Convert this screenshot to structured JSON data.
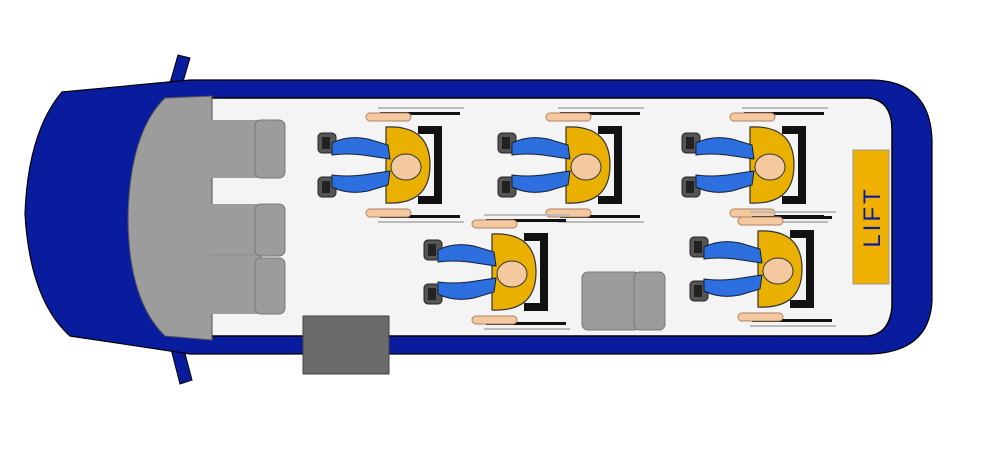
{
  "diagram": {
    "lift_label": "LIFT",
    "wheelchair_count": 5,
    "front_seat_rows": 2,
    "colors": {
      "body": "#0a1c9e",
      "floor": "#f4f4f4",
      "seat": "#9c9c9c",
      "seat_dark": "#6a6a6a",
      "lift": "#efb000",
      "lift_text": "#0a1c9e",
      "passenger_torso": "#eab000",
      "passenger_arms": "#2e6fe0",
      "passenger_skin": "#f4c9a0"
    }
  }
}
